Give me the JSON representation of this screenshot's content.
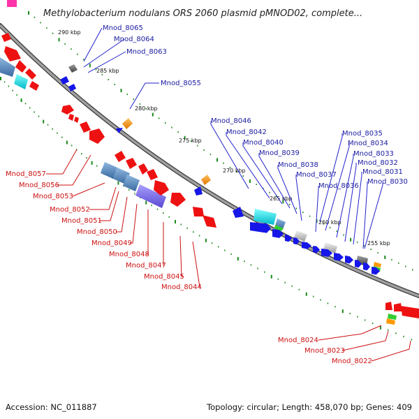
{
  "title": "Methylobacterium nodulans ORS 2060 plasmid pMNOD02, complete...",
  "ruler": [
    "290 kbp",
    "285 kbp",
    "280 kbp",
    "275 kbp",
    "270 kbp",
    "265 kbp",
    "260 kbp",
    "255 kbp"
  ],
  "forward_labels": [
    "Mnod_8065",
    "Mnod_8064",
    "Mnod_8063",
    "Mnod_8055",
    "Mnod_8046",
    "Mnod_8042",
    "Mnod_8040",
    "Mnod_8039",
    "Mnod_8038",
    "Mnod_8037",
    "Mnod_8036",
    "Mnod_8035",
    "Mnod_8034",
    "Mnod_8033",
    "Mnod_8032",
    "Mnod_8031",
    "Mnod_8030"
  ],
  "reverse_labels": [
    "Mnod_8057",
    "Mnod_8056",
    "Mnod_8053",
    "Mnod_8052",
    "Mnod_8051",
    "Mnod_8050",
    "Mnod_8049",
    "Mnod_8048",
    "Mnod_8047",
    "Mnod_8045",
    "Mnod_8044",
    "Mnod_8024",
    "Mnod_8023",
    "Mnod_8022"
  ],
  "footer": {
    "accession": "Accession: NC_011887",
    "topology": "Topology: circular; Length: 458,070 bp; Genes: 409"
  },
  "colors": {
    "forward_label": "#1a1aa0",
    "reverse_label": "#cc1111",
    "cds_forward": "#1616e8",
    "cds_reverse": "#ee1111",
    "backbone": "#808080",
    "tick": "#1a8a1a"
  }
}
